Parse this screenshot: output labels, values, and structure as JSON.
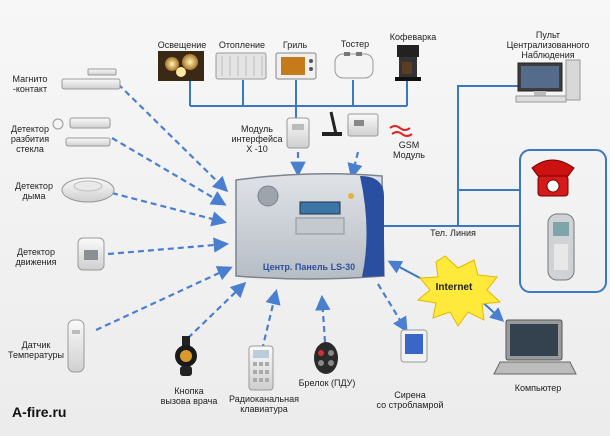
{
  "brand": "A-fire.ru",
  "labels": {
    "lighting": "Освещение",
    "heating": "Отопление",
    "grill": "Гриль",
    "toaster": "Тостер",
    "coffee": "Кофеварка",
    "monitoring": "Пульт\nЦентрализованного\nНаблюдения",
    "magnet": "Магнито\n-контакт",
    "glass": "Детектор\nразбития\nстекла",
    "smoke": "Детектор\nдыма",
    "motion": "Детектор\nдвижения",
    "temp": "Датчик\nТемпературы",
    "x10": "Модуль\nинтерфейса\nX -10",
    "gsm": "GSM\nМодуль",
    "panel": "Центр. Панель LS-30",
    "phone_line": "Тел. Линия",
    "internet": "Internet",
    "doctor": "Кнопка\nвызова врача",
    "keypad": "Радиоканальная\nклавиатура",
    "remote": "Брелок (ПДУ)",
    "siren": "Сирена\nсо стробламрой",
    "computer": "Компьютер"
  },
  "colors": {
    "arrow": "#4a7fd0",
    "line": "#3b78c4",
    "burst": "#ffe93a",
    "panel_accent": "#2b4fa0"
  }
}
